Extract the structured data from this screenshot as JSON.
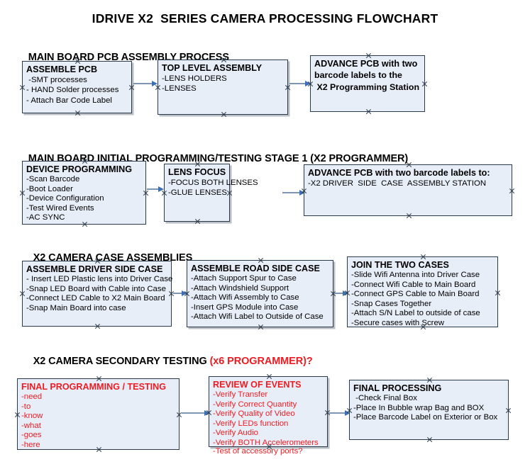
{
  "document": {
    "title": "IDRIVE X2  SERIES CAMERA PROCESSING FLOWCHART"
  },
  "colors": {
    "box_fill": "#e8eef8",
    "box_border": "#2b3a4a",
    "arrow": "#7d96b4",
    "arrow_head": "#3d6fb5",
    "accent_red": "#ee1c22",
    "text": "#000000"
  },
  "sections": [
    {
      "heading": "MAIN BOARD PCB ASSEMBLY PROCESS",
      "heading_accent": "",
      "boxes": [
        {
          "title": "ASSEMBLE PCB",
          "title_color": "black",
          "lines": [
            " -SMT processes",
            "- HAND Solder processes",
            "- Attach Bar Code Label"
          ],
          "bold_lines": false
        },
        {
          "title": "TOP LEVEL ASSEMBLY",
          "title_color": "black",
          "lines": [
            "-LENS HOLDERS",
            "-LENSES"
          ],
          "bold_lines": false
        },
        {
          "title": "ADVANCE PCB with two",
          "title_color": "black",
          "lines": [
            "barcode labels to the",
            " X2 Programming Station"
          ],
          "bold_lines": true
        }
      ]
    },
    {
      "heading": "MAIN BOARD INITIAL PROGRAMMING/TESTING STAGE 1 (X2 PROGRAMMER)",
      "heading_accent": "",
      "boxes": [
        {
          "title": "DEVICE PROGRAMMING",
          "title_color": "black",
          "lines": [
            "-Scan Barcode",
            "-Boot Loader",
            "-Device Configuration",
            "-Test Wired Events",
            "-AC SYNC"
          ],
          "bold_lines": false
        },
        {
          "title": "LENS FOCUS",
          "title_color": "black",
          "lines": [
            "-FOCUS BOTH LENSES",
            "-GLUE LENSES"
          ],
          "bold_lines": false
        },
        {
          "title": "ADVANCE PCB with two barcode labels to:",
          "title_color": "black",
          "lines": [
            "-X2 DRIVER  SIDE  CASE  ASSEMBLY STATION"
          ],
          "bold_lines": false
        }
      ]
    },
    {
      "heading": "X2 CAMERA CASE ASSEMBLIES",
      "heading_accent": "",
      "boxes": [
        {
          "title": "ASSEMBLE DRIVER SIDE CASE",
          "title_color": "black",
          "lines": [
            "- Insert LED Plastic lens into Driver Case",
            "-Snap LED Board with Cable into Case",
            "-Connect LED Cable to X2 Main Board",
            "-Snap Main Board into case"
          ],
          "bold_lines": false
        },
        {
          "title": "ASSEMBLE ROAD SIDE CASE",
          "title_color": "black",
          "lines": [
            "-Attach Support Spur to Case",
            "-Attach Windshield Support",
            "-Attach Wifi Assembly to Case",
            "-Insert GPS Module into Case",
            "-Attach Wifi Label to Outside of Case"
          ],
          "bold_lines": false
        },
        {
          "title": "JOIN THE TWO CASES",
          "title_color": "black",
          "lines": [
            "-Slide Wifi Antenna into Driver Case",
            "-Connect Wifi Cable to Main Board",
            "-Connect GPS Cable to Main Board",
            "-Snap Cases Together",
            "-Attach S/N Label to outside of case",
            "-Secure cases with Screw"
          ],
          "bold_lines": false
        }
      ]
    },
    {
      "heading": "X2 CAMERA SECONDARY TESTING ",
      "heading_accent": "(x6 PROGRAMMER)?",
      "boxes": [
        {
          "title": "FINAL PROGRAMMING / TESTING",
          "title_color": "red",
          "lines": [
            "-need",
            "-to",
            "-know",
            "-what",
            "-goes",
            "-here"
          ],
          "bold_lines": false
        },
        {
          "title": "REVIEW OF EVENTS",
          "title_color": "red",
          "lines": [
            "-Verify Transfer",
            "-Verify Correct Quantity",
            "-Verify Quality of Video",
            "-Verify LEDs function",
            "-Verify Audio",
            "-Verify BOTH Accelerometers"
          ],
          "overflow_line": "-Test of accessory ports?",
          "bold_lines": false
        },
        {
          "title": "FINAL PROCESSING",
          "title_color": "black",
          "lines": [
            " -Check Final Box",
            "-Place In Bubble wrap Bag and BOX",
            "-Place Barcode Label on Exterior or Box"
          ],
          "bold_lines": false
        }
      ]
    }
  ]
}
